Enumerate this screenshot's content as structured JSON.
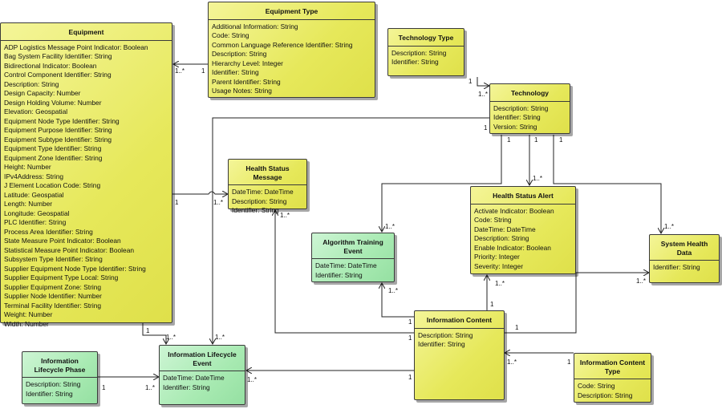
{
  "classes": {
    "equipment": {
      "name": "Equipment",
      "attributes": [
        "ADP Logistics Message Point Indicator: Boolean",
        "Bag System Facility Identifier: String",
        "Bidirectional Indicator: Boolean",
        "Control Component Identifier: String",
        "Description: String",
        "Design Capacity: Number",
        "Design Holding Volume: Number",
        "Elevation: Geospatial",
        "Equipment Node Type Identifier: String",
        "Equipment Purpose Identifier: String",
        "Equipment Subtype Identifier: String",
        "Equipment Type Identifier: String",
        "Equipment Zone Identifier: String",
        "Height: Number",
        "IPv4Address: String",
        "J Element Location Code: String",
        "Latitude: Geospatial",
        "Length: Number",
        "Longitude: Geospatial",
        "PLC Identifier: String",
        "Process Area Identifier: String",
        "State Measure Point Indicator: Boolean",
        "Statistical Measure Point Indicator: Boolean",
        "Subsystem Type Identifier: String",
        "Supplier Equipment Node Type Identifier: String",
        "Supplier Equipment Type Local: String",
        "Supplier Equipment Zone: String",
        "Supplier Node Identifier: Number",
        "Terminal Facility Identifier: String",
        "Weight: Number",
        "Width: Number"
      ]
    },
    "equipment_type": {
      "name": "Equipment Type",
      "attributes": [
        "Additional Information: String",
        "Code: String",
        "Common Language Reference Identifier: String",
        "Description: String",
        "Hierarchy Level: Integer",
        "Identifier: String",
        "Parent Identifier: String",
        "Usage Notes: String"
      ]
    },
    "technology_type": {
      "name": "Technology Type",
      "attributes": [
        "Description: String",
        "Identifier: String"
      ]
    },
    "technology": {
      "name": "Technology",
      "attributes": [
        "Description: String",
        "Identifier: String",
        "Version: String"
      ]
    },
    "health_status_message": {
      "name": "Health Status Message",
      "attributes": [
        "DateTime: DateTime",
        "Description: String",
        "Identifier: String"
      ]
    },
    "health_status_alert": {
      "name": "Health Status Alert",
      "attributes": [
        "Activate Indicator: Boolean",
        "Code: String",
        "DateTime: DateTime",
        "Description: String",
        "Enable Indicator: Boolean",
        "Priority: Integer",
        "Severity: Integer"
      ]
    },
    "algorithm_training_event": {
      "name": "Algorithm Training Event",
      "attributes": [
        "DateTime: DateTime",
        "Identifier: String"
      ]
    },
    "system_health_data": {
      "name": "System Health Data",
      "attributes": [
        "Identifier: String"
      ]
    },
    "information_content": {
      "name": "Information Content",
      "attributes": [
        "Description: String",
        "Identifier: String"
      ]
    },
    "information_lifecycle_event": {
      "name": "Information Lifecycle Event",
      "attributes": [
        "DateTime: DateTime",
        "Identifier: String"
      ]
    },
    "information_lifecycle_phase": {
      "name": "Information Lifecycle Phase",
      "attributes": [
        "Description: String",
        "Identifier: String"
      ]
    },
    "information_content_type": {
      "name": "Information Content Type",
      "attributes": [
        "Code: String",
        "Description: String"
      ]
    }
  },
  "multiplicities": {
    "one": "1",
    "many": "1..*"
  }
}
